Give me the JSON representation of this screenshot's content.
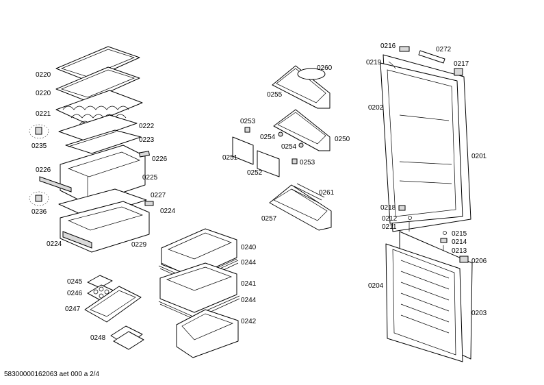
{
  "diagram": {
    "labels": {
      "l0220a": "0220",
      "l0220b": "0220",
      "l0221": "0221",
      "l0222": "0222",
      "l0223": "0223",
      "l0235": "0235",
      "l0226a": "0226",
      "l0226b": "0226",
      "l0225": "0225",
      "l0227": "0227",
      "l0224a": "0224",
      "l0236": "0236",
      "l0224b": "0224",
      "l0229": "0229",
      "l0245": "0245",
      "l0246": "0246",
      "l0247": "0247",
      "l0248": "0248",
      "l0240": "0240",
      "l0244a": "0244",
      "l0241": "0241",
      "l0244b": "0244",
      "l0242": "0242",
      "l0260": "0260",
      "l0255": "0255",
      "l0253a": "0253",
      "l0254a": "0254",
      "l0250": "0250",
      "l0254b": "0254",
      "l0251": "0251",
      "l0253b": "0253",
      "l0252": "0252",
      "l0261": "0261",
      "l0257": "0257",
      "l0216": "0216",
      "l0272": "0272",
      "l0219": "0219",
      "l0217": "0217",
      "l0202": "0202",
      "l0201": "0201",
      "l0218": "0218",
      "l0212": "0212",
      "l0211": "0211",
      "l0215": "0215",
      "l0214": "0214",
      "l0213": "0213",
      "l0206": "0206",
      "l0204": "0204",
      "l0203": "0203"
    }
  },
  "footer": {
    "text": "58300000162063 aet 000 a 2/4"
  }
}
